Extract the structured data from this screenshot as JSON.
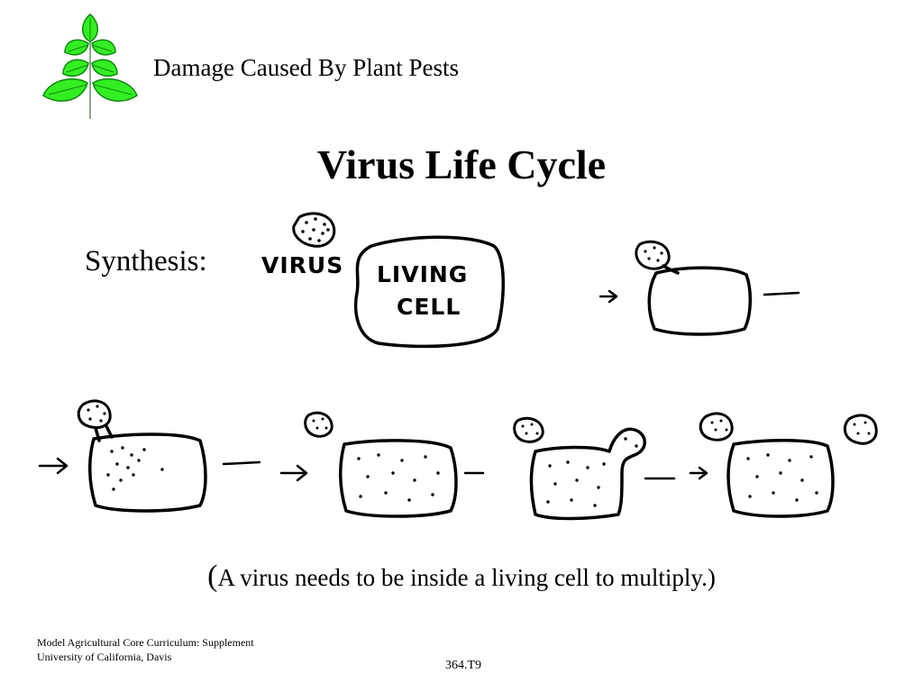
{
  "header": {
    "title": "Damage Caused By Plant Pests"
  },
  "slide": {
    "title": "Virus Life Cycle",
    "section_label": "Synthesis:"
  },
  "diagram": {
    "virus_label": "VIRUS",
    "cell_label_line1": "LIVING",
    "cell_label_line2": "CELL"
  },
  "caption": {
    "open": "(",
    "text": "A virus needs to be inside a living cell to multiply.",
    "close": ")"
  },
  "footer": {
    "line1": "Model Agricultural Core Curriculum: Supplement",
    "line2": "University of California, Davis",
    "code": "364.T9"
  },
  "colors": {
    "leaf_fill": "#33ee22",
    "leaf_stroke": "#118811",
    "stem": "#88aa88",
    "ink": "#000000"
  }
}
